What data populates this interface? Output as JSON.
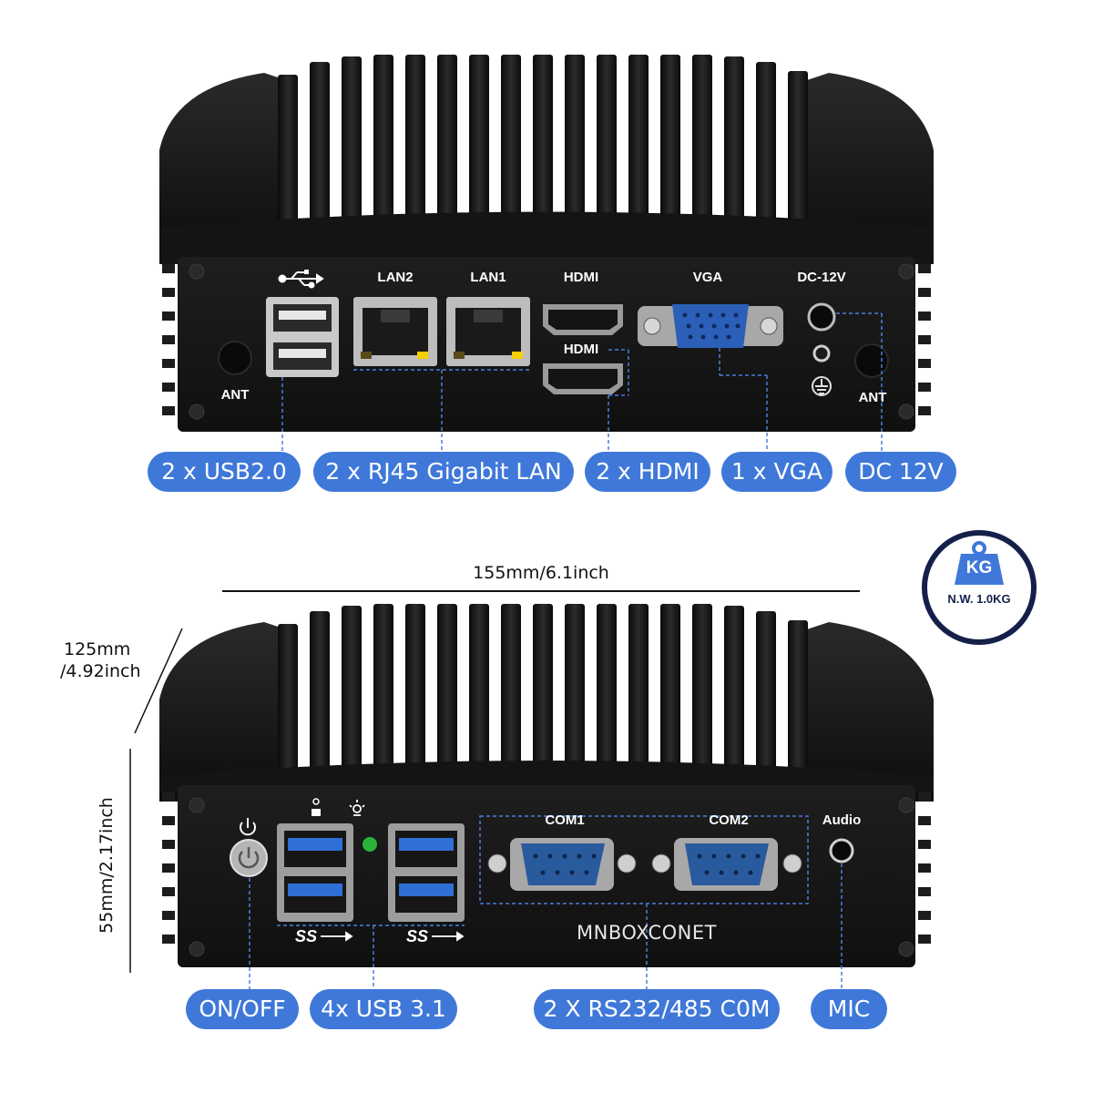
{
  "top_view": {
    "port_labels": {
      "lan2": "LAN2",
      "lan1": "LAN1",
      "hdmi_top": "HDMI",
      "hdmi_bottom": "HDMI",
      "vga": "VGA",
      "dc": "DC-12V",
      "ant_left": "ANT",
      "ant_right": "ANT"
    },
    "callouts": [
      "2 x USB2.0",
      "2 x RJ45 Gigabit LAN",
      "2 x HDMI",
      "1 x VGA",
      "DC 12V"
    ]
  },
  "weight_badge": {
    "unit": "KG",
    "text": "N.W. 1.0KG"
  },
  "dimensions": {
    "width": "155mm/6.1inch",
    "depth_line1": "125mm",
    "depth_line2": "/4.92inch",
    "height": "55mm/2.17inch"
  },
  "bottom_view": {
    "port_labels": {
      "com1": "COM1",
      "com2": "COM2",
      "audio": "Audio",
      "brand": "MNBOXCONET"
    },
    "callouts": [
      "ON/OFF",
      "4x USB 3.1",
      "2 X RS232/485 C0M",
      "MIC"
    ]
  },
  "colors": {
    "callout_blue": "#3f78d9",
    "badge_navy": "#15204a",
    "usb3_blue": "#2f6fd6",
    "vga_blue": "#2c5fb8",
    "com_blue": "#2a5a9e",
    "led_green": "#2bb33a"
  },
  "icons": {
    "usb": "usb-icon",
    "ground": "ground-icon",
    "power": "power-icon",
    "hdd_led": "hdd-led-icon",
    "power_led": "power-led-icon",
    "superspeed": "superspeed-usb-icon",
    "weight": "weight-icon"
  }
}
